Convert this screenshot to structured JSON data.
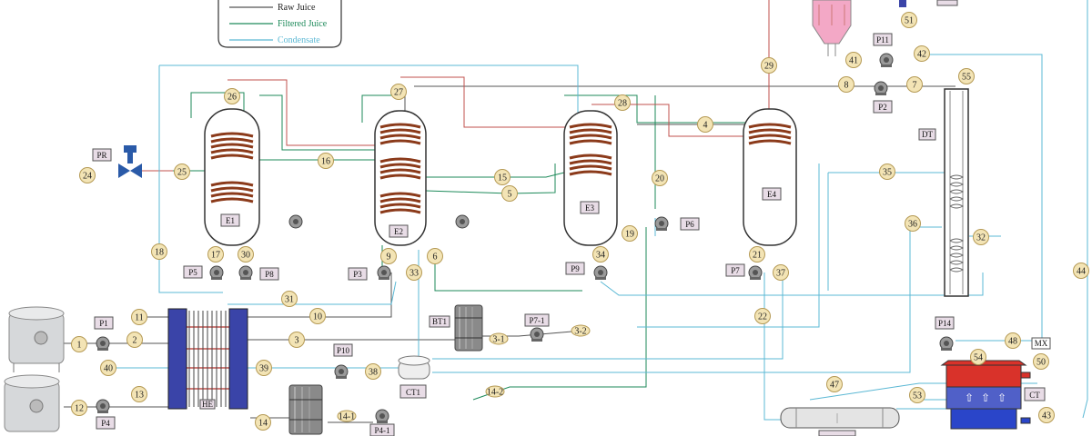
{
  "colors": {
    "raw_juice": "#555555",
    "filtered_juice": "#1d8a5a",
    "condensate": "#5bb8d4",
    "steam_red": "#c0504d",
    "stream_label_fill": "#f3e4b5",
    "tag_fill": "#e8dce6",
    "coil": "#8b3a1a",
    "heater_accent": "#3a44a8",
    "tower_red": "#d9322a",
    "tower_blue": "#2a45c9",
    "crystallizer_pink": "#f3a8c6"
  },
  "legend": {
    "items": [
      {
        "label": "Raw Juice",
        "color": "#555555"
      },
      {
        "label": "Filtered Juice",
        "color": "#1d8a5a"
      },
      {
        "label": "Condensate",
        "color": "#5bb8d4"
      }
    ]
  },
  "equipment": {
    "evaporators": [
      "E1",
      "E2",
      "E3",
      "E4"
    ],
    "pumps": [
      "P1",
      "P2",
      "P3",
      "P4",
      "P5",
      "P6",
      "P7",
      "P8",
      "P9",
      "P10",
      "P11",
      "P14",
      "P7-1",
      "P4-1"
    ],
    "others": [
      "PR",
      "HE",
      "BT1",
      "CT1",
      "CT",
      "DT",
      "MX"
    ]
  },
  "stream_labels": [
    "1",
    "2",
    "3",
    "4",
    "5",
    "6",
    "7",
    "8",
    "9",
    "10",
    "11",
    "12",
    "13",
    "14",
    "15",
    "16",
    "17",
    "18",
    "19",
    "20",
    "21",
    "22",
    "24",
    "25",
    "26",
    "27",
    "28",
    "29",
    "30",
    "31",
    "32",
    "33",
    "34",
    "35",
    "36",
    "37",
    "38",
    "39",
    "40",
    "41",
    "42",
    "43",
    "44",
    "47",
    "48",
    "50",
    "51",
    "53",
    "54",
    "55",
    "3-1",
    "3-2",
    "14-1",
    "14-2"
  ]
}
